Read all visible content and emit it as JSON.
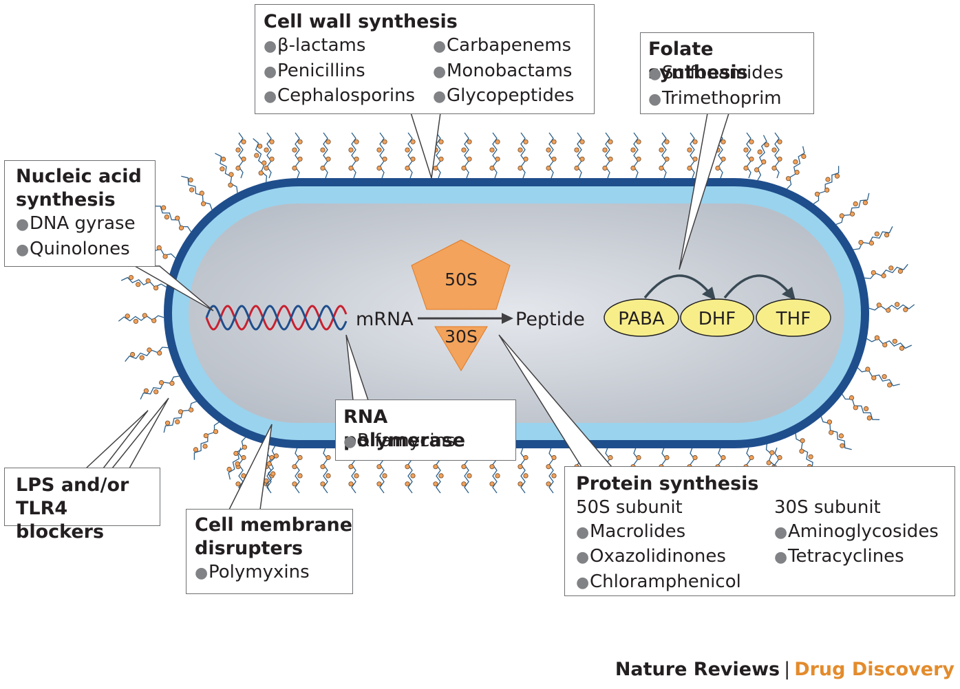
{
  "colors": {
    "membrane_outer": "#1f4e8c",
    "membrane_inner": "#9ad3ee",
    "cytoplasm": "#c9ced6",
    "ribosome": "#f3a35b",
    "metabolite": "#f7ee8a",
    "dna_strand_red": "#c8202f",
    "dna_strand_blue": "#1f4e8c",
    "lps_bead": "#f0a05a",
    "brand_accent": "#e38b2c"
  },
  "diagram": {
    "ribosome_large": "50S",
    "ribosome_small": "30S",
    "mrna_label": "mRNA",
    "peptide_label": "Peptide",
    "metabolites": [
      "PABA",
      "DHF",
      "THF"
    ]
  },
  "boxes": {
    "cell_wall": {
      "title": "Cell wall synthesis",
      "col1": [
        "β-lactams",
        "Penicillins",
        "Cephalosporins"
      ],
      "col2": [
        "Carbapenems",
        "Monobactams",
        "Glycopeptides"
      ]
    },
    "folate": {
      "title": "Folate synthesis",
      "items": [
        "Sulfonamides",
        "Trimethoprim"
      ]
    },
    "nucleic_acid": {
      "title_line1": "Nucleic acid",
      "title_line2": "synthesis",
      "items": [
        "DNA gyrase",
        "Quinolones"
      ]
    },
    "rna_polymerase": {
      "title": "RNA polymerase",
      "items": [
        "Rifamycins"
      ]
    },
    "lps": {
      "title_line1": "LPS and/or",
      "title_line2": "TLR4 blockers"
    },
    "membrane": {
      "title_line1": "Cell membrane",
      "title_line2": "disrupters",
      "items": [
        "Polymyxins"
      ]
    },
    "protein": {
      "title": "Protein synthesis",
      "col1_heading": "50S subunit",
      "col1": [
        "Macrolides",
        "Oxazolidinones",
        "Chloramphenicol"
      ],
      "col2_heading": "30S subunit",
      "col2": [
        "Aminoglycosides",
        "Tetracyclines"
      ]
    }
  },
  "footer": {
    "publisher": "Nature Reviews",
    "separator": "|",
    "journal": "Drug Discovery"
  }
}
